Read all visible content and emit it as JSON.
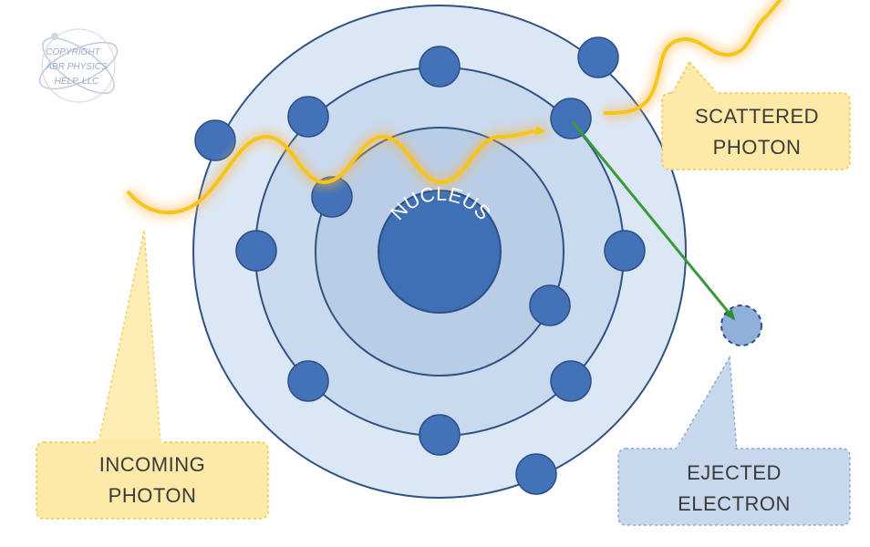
{
  "watermark": {
    "lines": [
      "COPYRIGHT",
      "ABR PHYSICS",
      "HELP, LLC"
    ]
  },
  "nucleus": {
    "label": "NUCLEUS"
  },
  "callouts": {
    "incoming": {
      "line1": "INCOMING",
      "line2": "PHOTON"
    },
    "scattered": {
      "line1": "SCATTERED",
      "line2": "PHOTON"
    },
    "ejected": {
      "line1": "EJECTED",
      "line2": "ELECTRON"
    }
  },
  "colors": {
    "outer_shell": "#dce7f5",
    "middle_shell": "#c9d9ee",
    "inner_shell": "#b9cde6",
    "shell_stroke": "#2f5283",
    "electron": "#4472b8",
    "electron_stroke": "#2c4f86",
    "nucleus": "#3f6fb4",
    "photon": "#f5c518",
    "photon_glow": "#ffb347",
    "arrow": "#3a9a3a",
    "callout_yellow": "#fde9a8",
    "callout_blue": "#c8d8ec"
  }
}
